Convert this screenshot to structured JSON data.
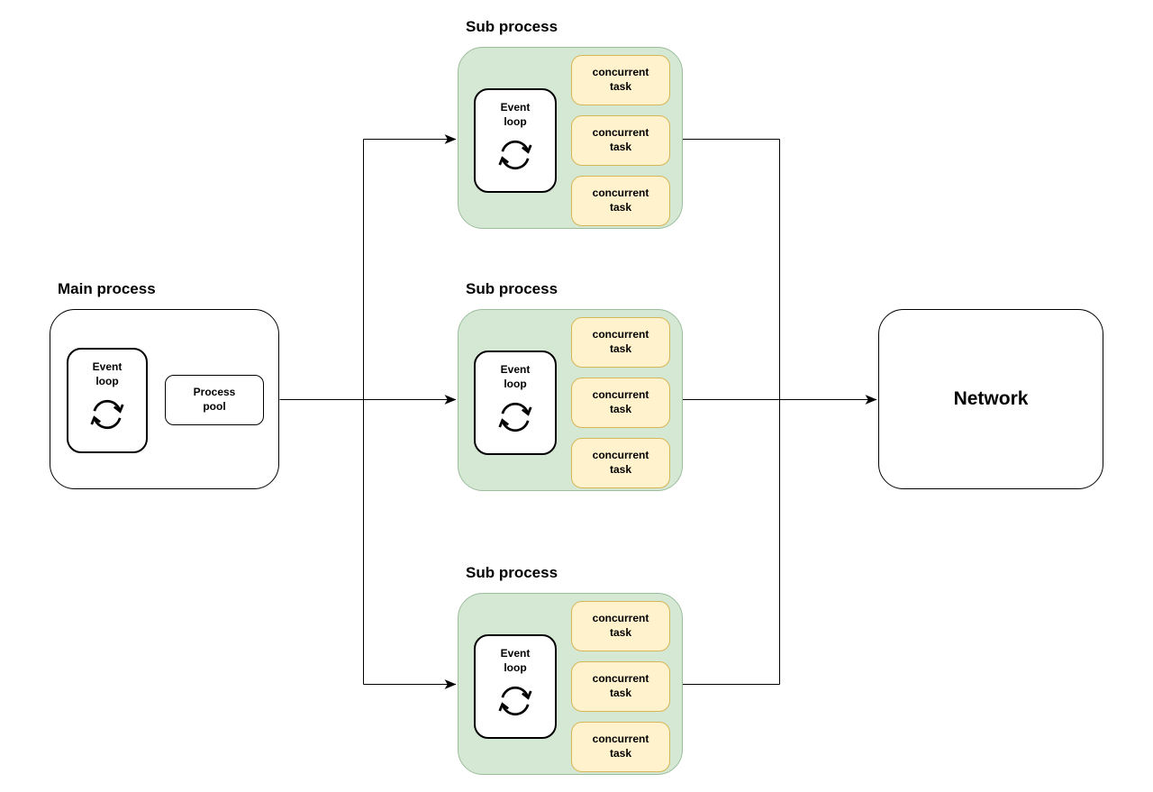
{
  "main_process": {
    "title": "Main process",
    "event_loop_label": "Event loop",
    "process_pool_label": "Process pool"
  },
  "sub_processes": [
    {
      "title": "Sub process",
      "event_loop_label": "Event loop",
      "tasks": [
        "concurrent task",
        "concurrent task",
        "concurrent task"
      ]
    },
    {
      "title": "Sub process",
      "event_loop_label": "Event loop",
      "tasks": [
        "concurrent task",
        "concurrent task",
        "concurrent task"
      ]
    },
    {
      "title": "Sub process",
      "event_loop_label": "Event loop",
      "tasks": [
        "concurrent task",
        "concurrent task",
        "concurrent task"
      ]
    }
  ],
  "network": {
    "title": "Network"
  },
  "icons": {
    "event_loop": "circular-cycle-arrows-icon",
    "connector_arrowhead": "classic-filled-arrowhead"
  },
  "colors": {
    "background": "#ffffff",
    "sub_process_fill": "#d5e8d4",
    "sub_process_border": "#9cbc9c",
    "task_fill": "#fff2cc",
    "task_border": "#d6b656",
    "box_fill": "#ffffff",
    "box_border": "#000000",
    "line": "#000000",
    "text": "#000000"
  }
}
